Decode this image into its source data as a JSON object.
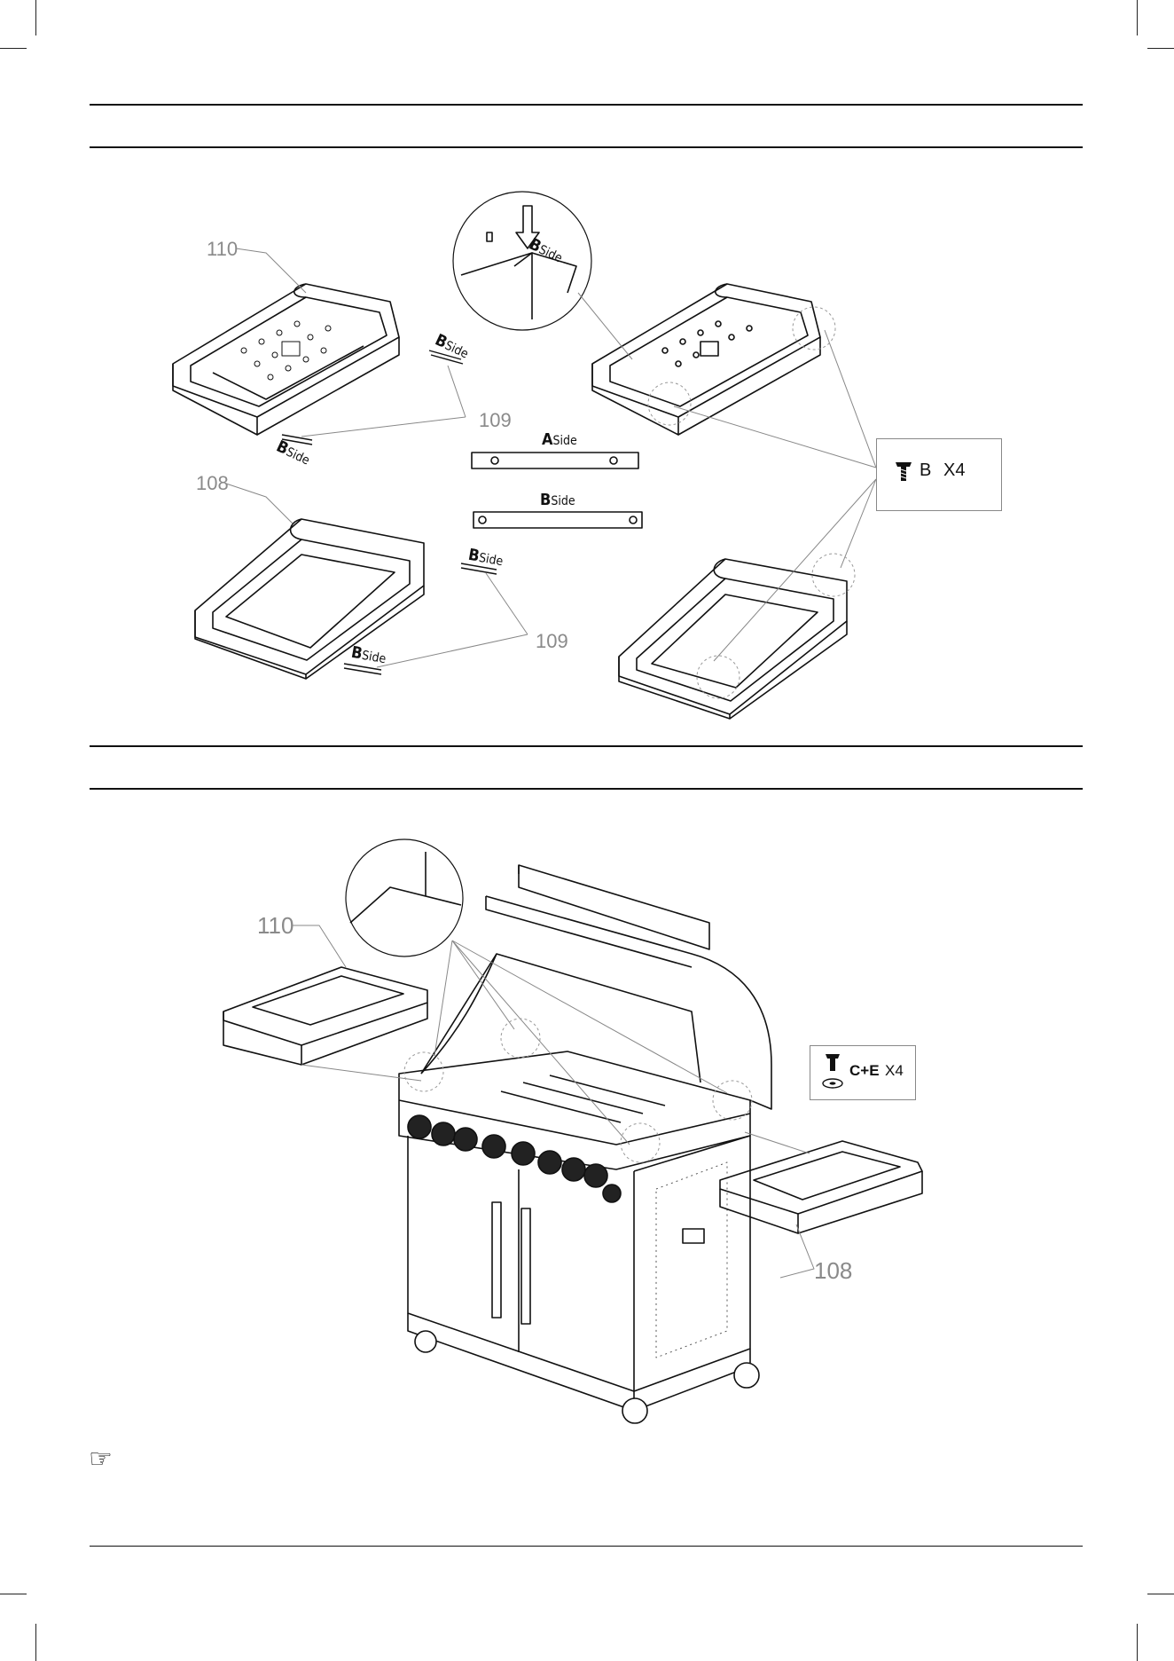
{
  "step1": {
    "part_labels": [
      "110",
      "109",
      "108",
      "109"
    ],
    "side_labels": {
      "b_side_letter": "B",
      "a_side_letter": "A",
      "side_word": "Side"
    },
    "screw_box": {
      "icon": "screw-icon",
      "letter": "B",
      "count": "X4"
    }
  },
  "step2": {
    "part_labels": [
      "110",
      "108"
    ],
    "screw_box": {
      "icon": "screw-washer-icon",
      "letters": "C+E",
      "count": "X4"
    }
  },
  "note": {
    "icon": "pointing-hand-icon"
  }
}
